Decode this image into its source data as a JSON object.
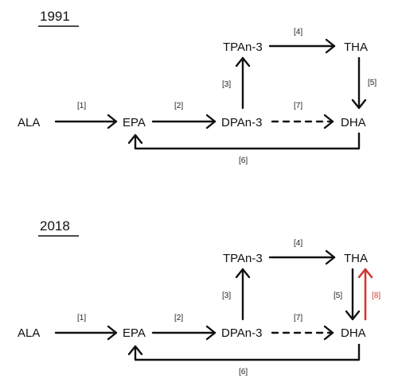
{
  "colors": {
    "ink": "#111111",
    "highlight": "#cc3b32"
  },
  "panel_1991": {
    "year": "1991",
    "nodes": {
      "ala": "ALA",
      "epa": "EPA",
      "dpa": "DPAn-3",
      "tpa": "TPAn-3",
      "tha": "THA",
      "dha": "DHA"
    },
    "steps": {
      "s1": "[1]",
      "s2": "[2]",
      "s3": "[3]",
      "s4": "[4]",
      "s5": "[5]",
      "s6": "[6]",
      "s7": "[7]"
    }
  },
  "panel_2018": {
    "year": "2018",
    "nodes": {
      "ala": "ALA",
      "epa": "EPA",
      "dpa": "DPAn-3",
      "tpa": "TPAn-3",
      "tha": "THA",
      "dha": "DHA"
    },
    "steps": {
      "s1": "[1]",
      "s2": "[2]",
      "s3": "[3]",
      "s4": "[4]",
      "s5": "[5]",
      "s6": "[6]",
      "s7": "[7]",
      "s8": "[8]"
    }
  }
}
